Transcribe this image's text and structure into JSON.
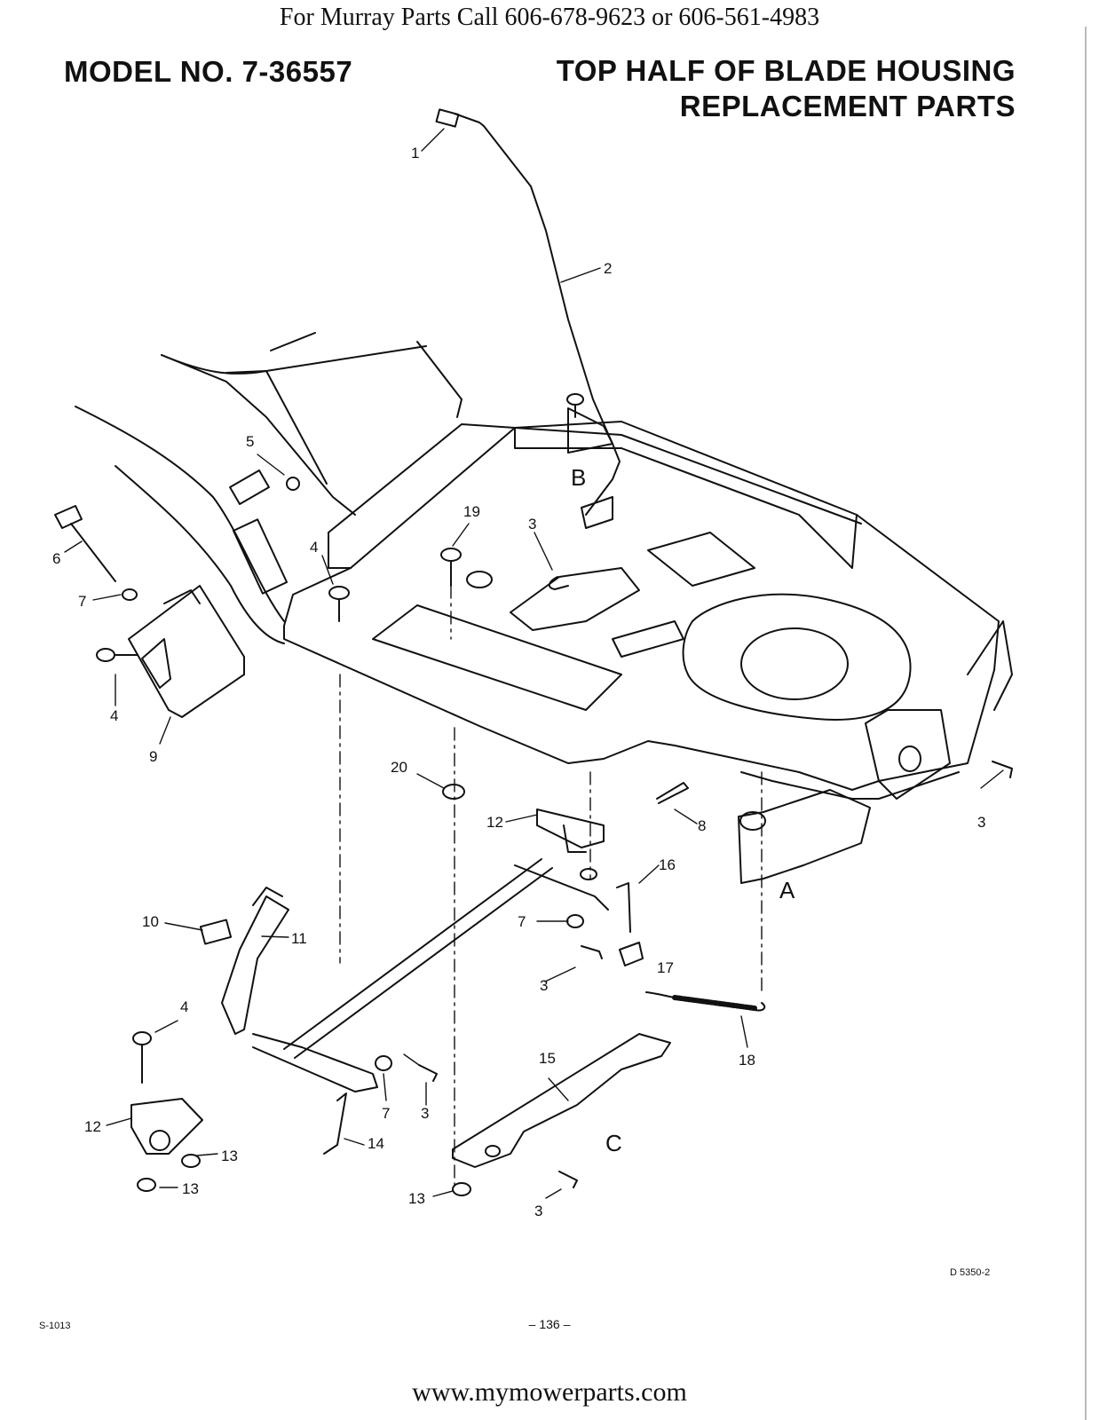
{
  "header": {
    "contact_line": "For Murray Parts Call 606-678-9623 or 606-561-4983",
    "model": "MODEL NO. 7-36557",
    "title_line1": "TOP HALF OF BLADE HOUSING",
    "title_line2": "REPLACEMENT PARTS"
  },
  "callouts": {
    "c1": "1",
    "c2": "2",
    "c3a": "3",
    "c3b": "3",
    "c3c": "3",
    "c3d": "3",
    "c3e": "3",
    "c4a": "4",
    "c4b": "4",
    "c4c": "4",
    "c5": "5",
    "c6": "6",
    "c7a": "7",
    "c7b": "7",
    "c7c": "7",
    "c8": "8",
    "c9": "9",
    "c10": "10",
    "c11": "11",
    "c12a": "12",
    "c12b": "12",
    "c13a": "13",
    "c13b": "13",
    "c13c": "13",
    "c14": "14",
    "c15": "15",
    "c16": "16",
    "c17": "17",
    "c18": "18",
    "c19": "19",
    "c20": "20"
  },
  "reference_letters": {
    "a": "A",
    "b": "B",
    "c": "C"
  },
  "footer": {
    "drawing_code": "D 5350-2",
    "sheet_code": "S-1013",
    "page_number": "– 136 –",
    "url": "www.mymowerparts.com"
  },
  "colors": {
    "ink": "#111111",
    "paper": "#ffffff"
  }
}
